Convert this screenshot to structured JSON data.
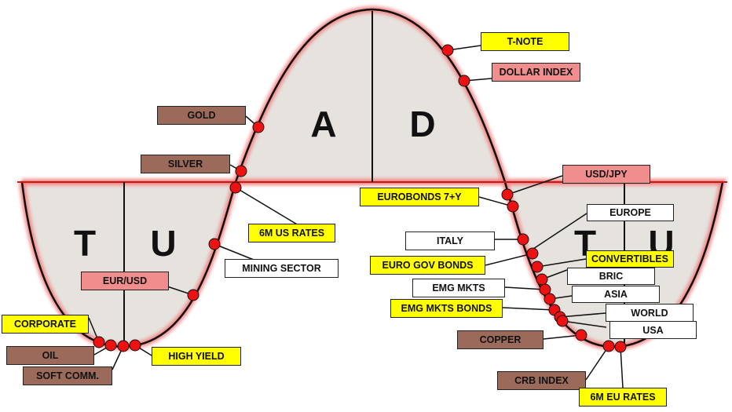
{
  "phases": {
    "t_left": "T",
    "u_left": "U",
    "a": "A",
    "d": "D",
    "t_right": "T",
    "u_right": "U"
  },
  "colors": {
    "yellow": "#ffff00",
    "pink": "#f28d8d",
    "brown": "#9b6a5a",
    "white": "#ffffff",
    "fill": "#e6e2dd",
    "dot": "#ee1111",
    "glow": "#f47a7a"
  },
  "labels": [
    {
      "id": "t-note",
      "text": "T-NOTE",
      "color": "yellow"
    },
    {
      "id": "dollar-index",
      "text": "DOLLAR INDEX",
      "color": "pink"
    },
    {
      "id": "gold",
      "text": "GOLD",
      "color": "brown"
    },
    {
      "id": "silver",
      "text": "SILVER",
      "color": "brown"
    },
    {
      "id": "usd-jpy",
      "text": "USD/JPY",
      "color": "pink"
    },
    {
      "id": "eurobonds",
      "text": "EUROBONDS 7+Y",
      "color": "yellow"
    },
    {
      "id": "europe",
      "text": "EUROPE",
      "color": "white"
    },
    {
      "id": "6m-us-rates",
      "text": "6M US RATES",
      "color": "yellow"
    },
    {
      "id": "italy",
      "text": "ITALY",
      "color": "white"
    },
    {
      "id": "mining-sector",
      "text": "MINING SECTOR",
      "color": "white"
    },
    {
      "id": "convertibles",
      "text": "CONVERTIBLES",
      "color": "yellow"
    },
    {
      "id": "euro-gov-bonds",
      "text": "EURO GOV BONDS",
      "color": "yellow"
    },
    {
      "id": "bric",
      "text": "BRIC",
      "color": "white"
    },
    {
      "id": "eur-usd",
      "text": "EUR/USD",
      "color": "pink"
    },
    {
      "id": "emg-mkts",
      "text": "EMG MKTS",
      "color": "white"
    },
    {
      "id": "asia",
      "text": "ASIA",
      "color": "white"
    },
    {
      "id": "emg-mkts-bonds",
      "text": "EMG MKTS BONDS",
      "color": "yellow"
    },
    {
      "id": "world",
      "text": "WORLD",
      "color": "white"
    },
    {
      "id": "corporate",
      "text": "CORPORATE",
      "color": "yellow"
    },
    {
      "id": "usa",
      "text": "USA",
      "color": "white"
    },
    {
      "id": "copper",
      "text": "COPPER",
      "color": "brown"
    },
    {
      "id": "oil",
      "text": "OIL",
      "color": "brown"
    },
    {
      "id": "high-yield",
      "text": "HIGH YIELD",
      "color": "yellow"
    },
    {
      "id": "soft-comm",
      "text": "SOFT COMM.",
      "color": "brown"
    },
    {
      "id": "crb-index",
      "text": "CRB INDEX",
      "color": "brown"
    },
    {
      "id": "6m-eu-rates",
      "text": "6M EU RATES",
      "color": "yellow"
    }
  ]
}
